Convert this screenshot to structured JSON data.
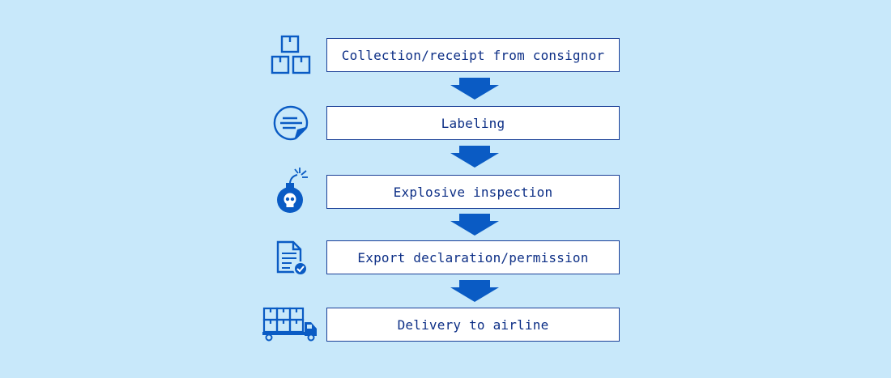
{
  "colors": {
    "background": "#c8e8fa",
    "accent": "#0a5bc4",
    "box_border": "#1a3f97",
    "text": "#0d2f86"
  },
  "steps": [
    {
      "label": "Collection/receipt from consignor",
      "icon": "boxes-icon"
    },
    {
      "label": "Labeling",
      "icon": "label-sticker-icon"
    },
    {
      "label": "Explosive inspection",
      "icon": "bomb-icon"
    },
    {
      "label": "Export declaration/permission",
      "icon": "document-check-icon"
    },
    {
      "label": "Delivery to airline",
      "icon": "truck-icon"
    }
  ]
}
